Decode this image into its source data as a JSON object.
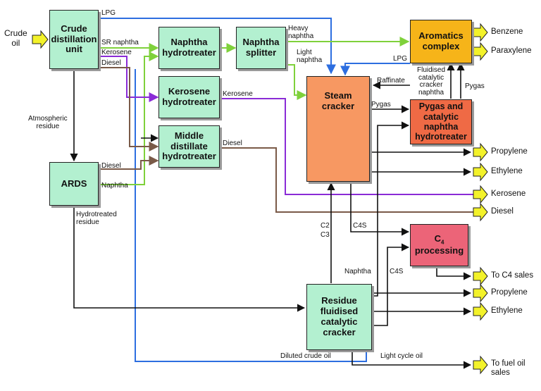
{
  "units": {
    "cdu": "Crude distillation unit",
    "nht": "Naphtha hydrotreater",
    "nsp": "Naphtha splitter",
    "arom": "Aromatics complex",
    "kht": "Kerosene hydrotreater",
    "steam": "Steam cracker",
    "pygas": "Pygas and catalytic naphtha hydrotreater",
    "mdht": "Middle distillate hydrotreater",
    "ards": "ARDS",
    "c4": "C4 processing",
    "rfcc": "Residue fluidised catalytic cracker"
  },
  "c4_title": {
    "c": "C",
    "sub": "4",
    "word": "processing"
  },
  "inputs": {
    "crude_oil_line1": "Crude",
    "crude_oil_line2": "oil"
  },
  "streams": {
    "lpg_top": "LPG",
    "sr_naphtha": "SR naphtha",
    "kerosene_cdu": "Kerosene",
    "diesel_cdu": "Diesel",
    "heavy_naphtha_1": "Heavy",
    "heavy_naphtha_2": "naphtha",
    "light_naphtha_1": "Light",
    "light_naphtha_2": "naphtha",
    "lpg_arom": "LPG",
    "raffinate": "Raffinate",
    "fccn_1": "Fluidised",
    "fccn_2": "catalytic",
    "fccn_3": "cracker",
    "fccn_4": "naphtha",
    "pygas_up": "Pygas",
    "kerosene_kht": "Kerosene",
    "pygas_steam": "Pygas",
    "atm_res_1": "Atmospheric",
    "atm_res_2": "residue",
    "diesel_mdht": "Diesel",
    "diesel_ards": "Diesel",
    "naphtha_ards": "Naphtha",
    "hydro_res_1": "Hydrotreated",
    "hydro_res_2": "residue",
    "c2c3_a": "C2",
    "c2c3_b": "C3",
    "c4s_steam": "C4S",
    "naphtha_rfcc": "Naphtha",
    "c4s_rfcc": "C4S",
    "diluted_crude": "Diluted crude oil",
    "lco": "Light cycle oil"
  },
  "outputs": {
    "benzene": "Benzene",
    "paraxylene": "Paraxylene",
    "propylene_1": "Propylene",
    "ethylene_1": "Ethylene",
    "kerosene": "Kerosene",
    "diesel": "Diesel",
    "c4_sales": "To C4 sales",
    "propylene_2": "Propylene",
    "ethylene_2": "Ethylene",
    "fuel_oil_1": "To fuel oil",
    "fuel_oil_2": "sales"
  },
  "colors": {
    "lpg": "#2d6ee0",
    "naphtha": "#7fd13b",
    "kerosene": "#8a2bd6",
    "diesel": "#7a5a48",
    "default": "#111111",
    "green_unit": "#b3f0d0",
    "aromatics": "#f6b419",
    "steam": "#f79862",
    "pygas_unit": "#ef6a45",
    "c4_unit": "#ec6478",
    "arrow_fill": "#f3f22a"
  }
}
